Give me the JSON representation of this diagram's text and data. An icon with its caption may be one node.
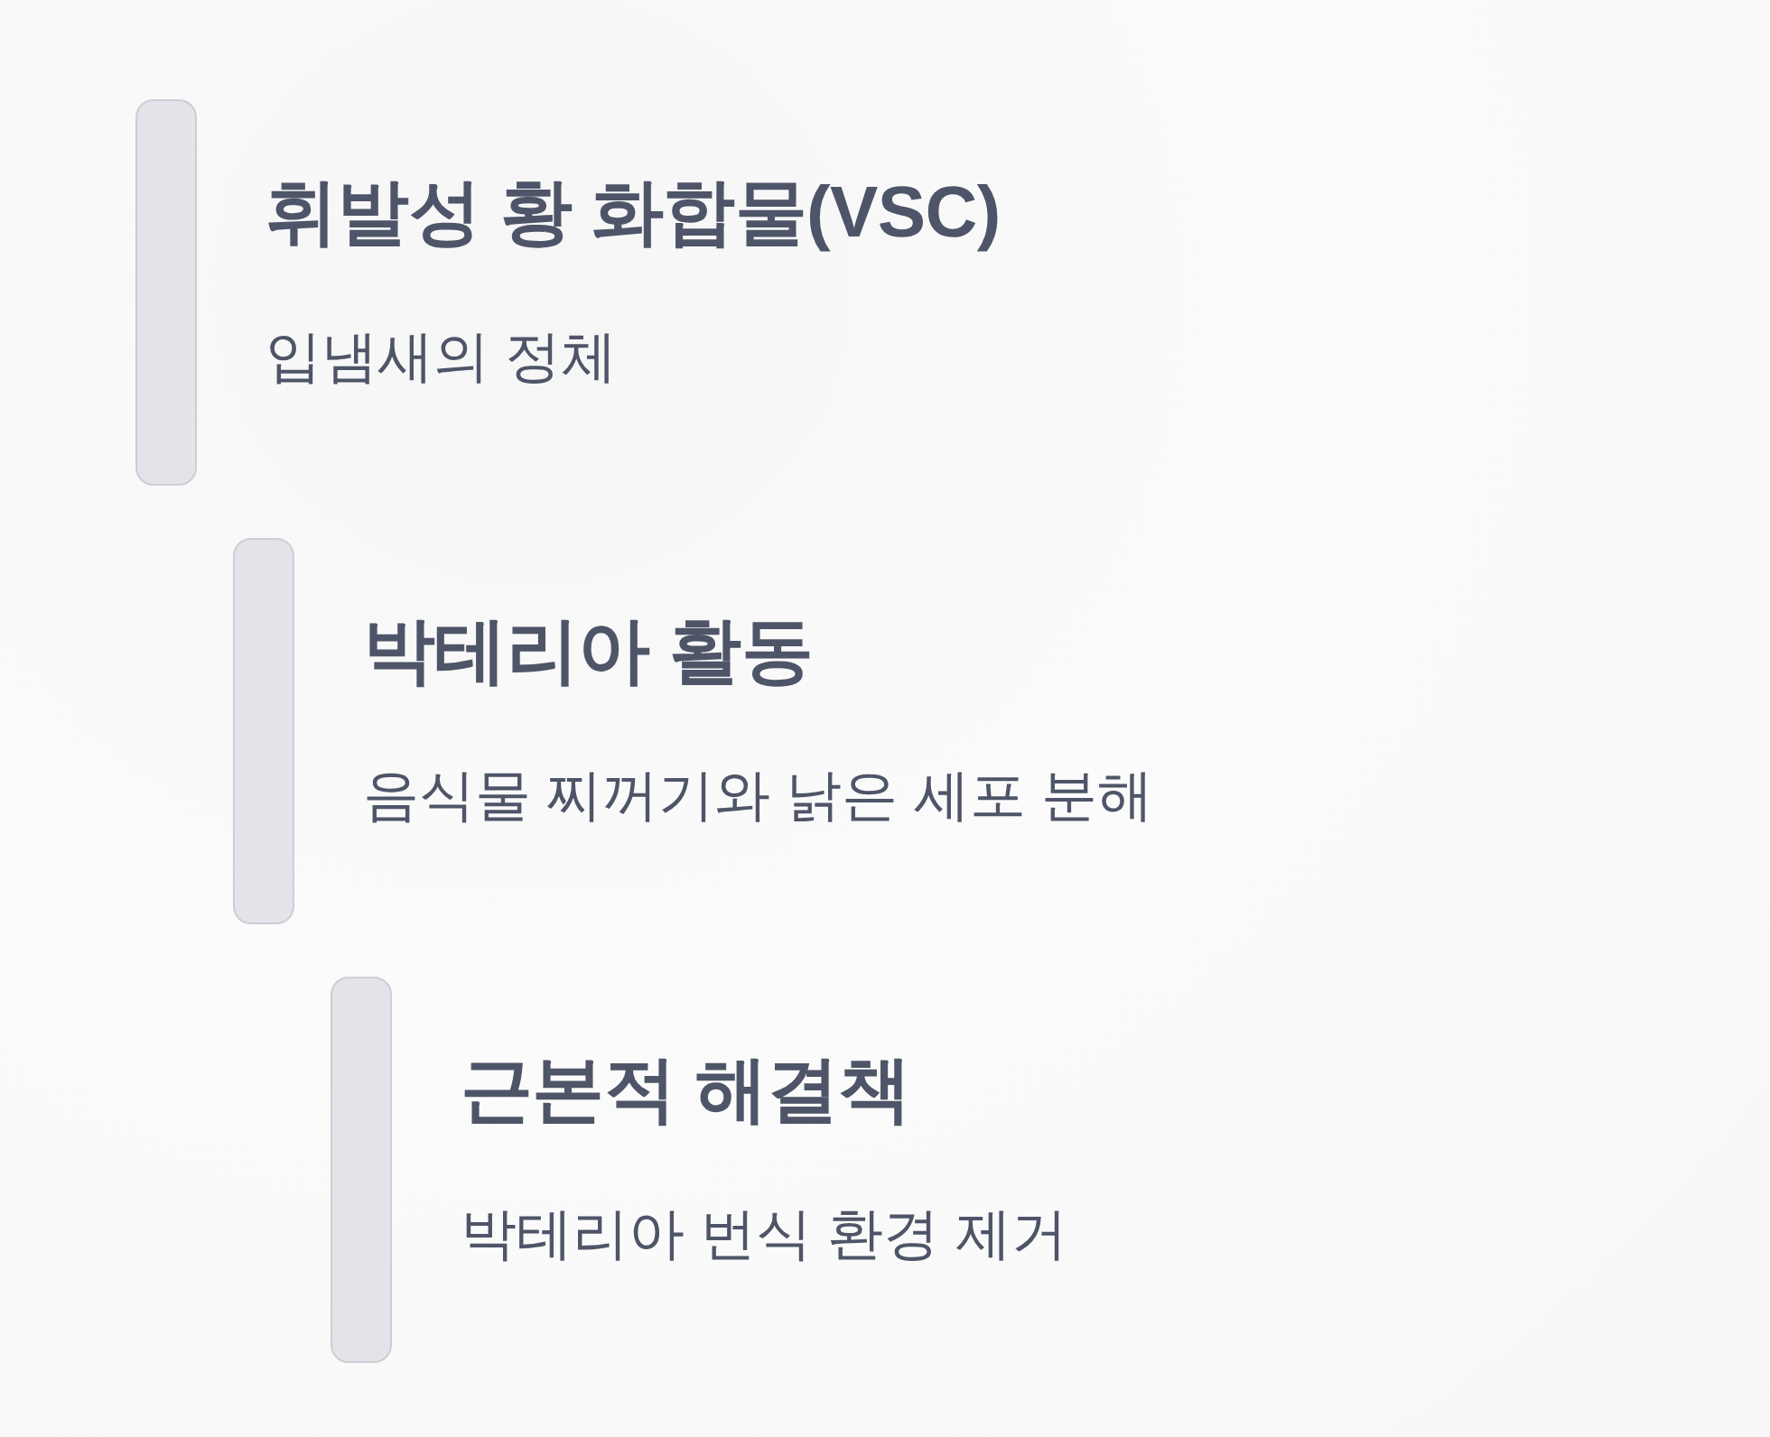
{
  "diagram": {
    "nodes": [
      {
        "text": [
          "휘발성 황 화합물(VSC)",
          "입냄새의 정체"
        ]
      },
      {
        "text": [
          "박테리아 활동",
          "음식물 찌꺼기와 낡은 세포 분해"
        ]
      },
      {
        "text": [
          "근본적 해결책",
          "박테리아 번식 환경 제거"
        ]
      }
    ]
  }
}
